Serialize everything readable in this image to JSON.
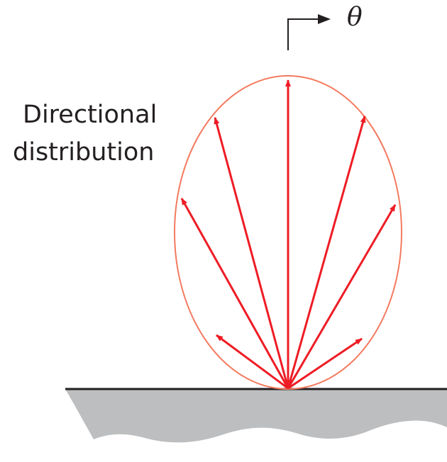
{
  "diagram": {
    "label_lines": [
      "Directional",
      "distribution"
    ],
    "angle_symbol": "θ"
  },
  "colors": {
    "arrow": "#ee1c25",
    "envelope": "#f47a5f",
    "surface_fill": "#bcbec0",
    "surface_line": "#231f20",
    "text": "#231f20",
    "indicator": "#231f20"
  }
}
